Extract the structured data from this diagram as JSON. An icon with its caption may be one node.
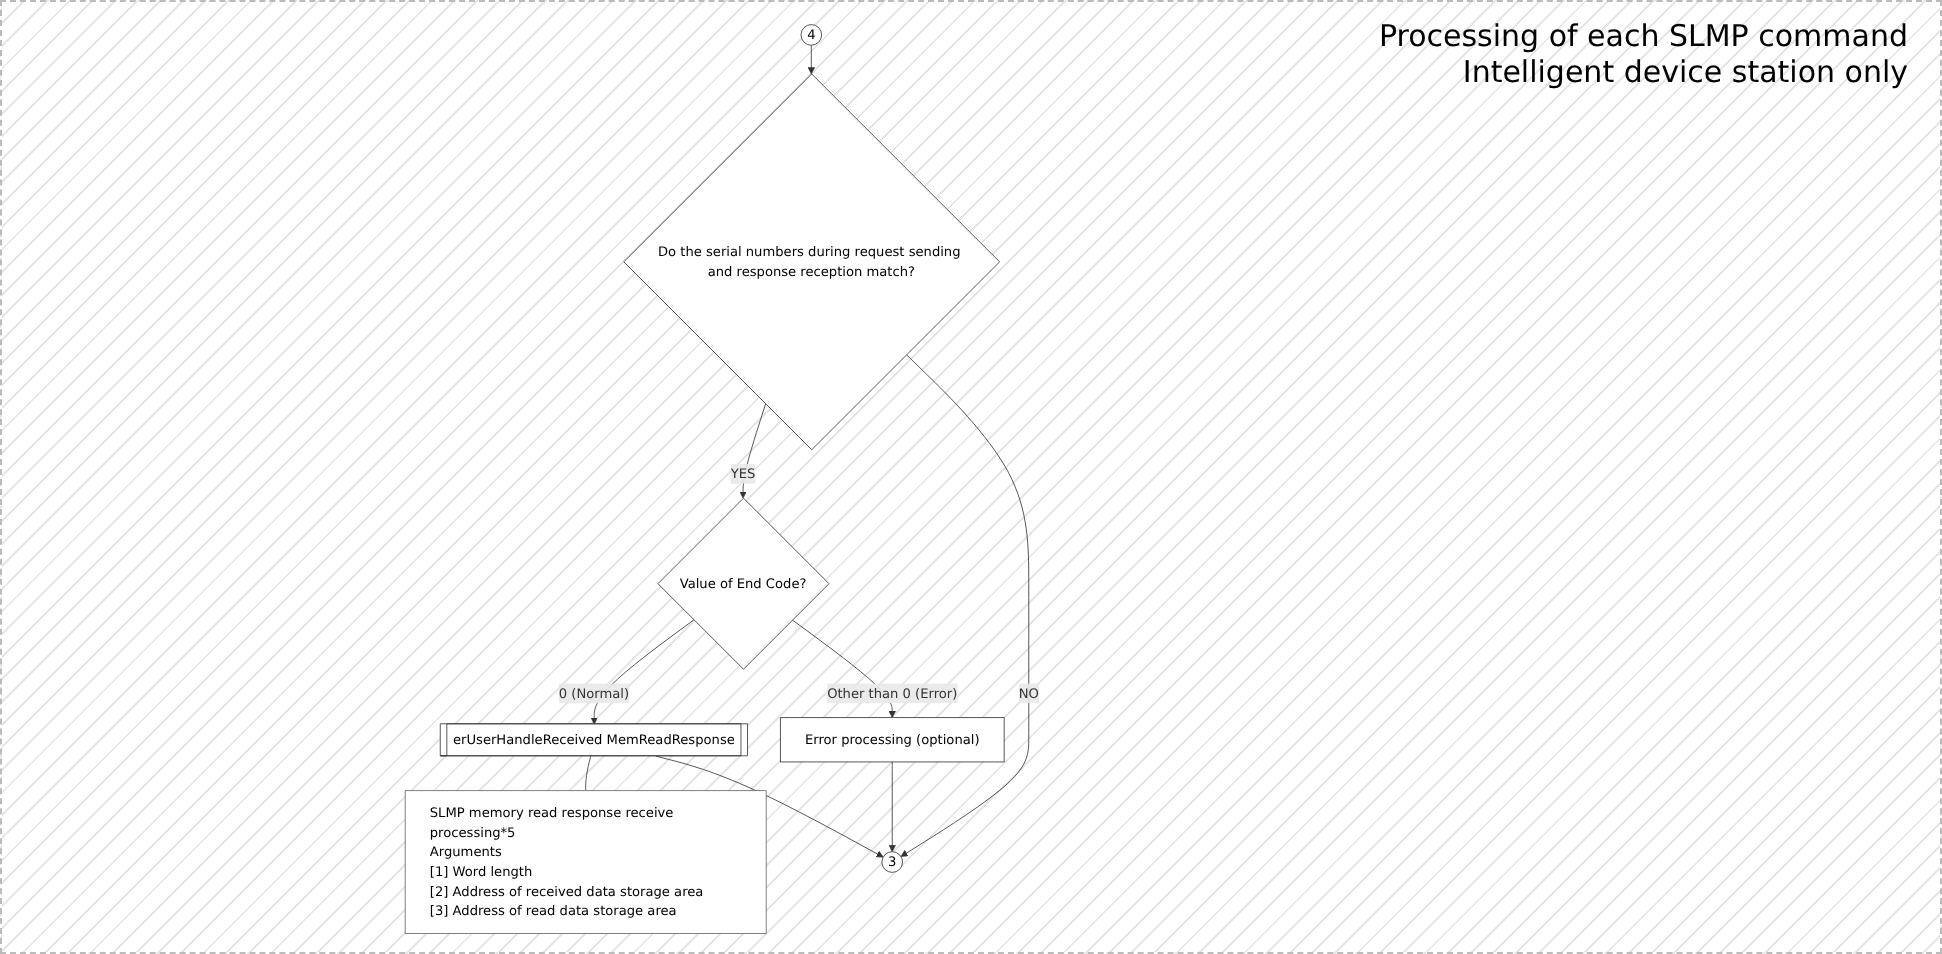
{
  "diagram": {
    "nodes": [
      {
        "text": [
          "4"
        ]
      },
      {
        "text": [
          "Do the serial numbers during request sending and response reception match?"
        ]
      },
      {
        "text": [
          "Value of End Code?"
        ]
      },
      {
        "text": [
          "erUserHandleReceived MemReadResponse"
        ]
      },
      {
        "text": [
          "SLMP memory read response receive processing*5",
          "Arguments",
          "[1] Word length",
          "[2] Address of received data storage area",
          "[3] Address of read data storage area"
        ]
      },
      {
        "text": [
          "Error processing (optional)"
        ]
      },
      {
        "text": [
          "3"
        ]
      }
    ],
    "edges": [
      {
        "from": 0,
        "to": 1,
        "arrow": "to"
      },
      {
        "from": 1,
        "to": 2,
        "arrow": "to",
        "label": "YES"
      },
      {
        "from": 1,
        "to": 6,
        "arrow": "to",
        "label": "NO"
      },
      {
        "from": 2,
        "to": 3,
        "arrow": "to",
        "label": "0 (Normal)"
      },
      {
        "from": 2,
        "to": 5,
        "arrow": "to",
        "label": "Other than 0 (Error)"
      },
      {
        "from": 4,
        "to": 3,
        "arrow": "none"
      },
      {
        "from": 3,
        "to": 6,
        "arrow": "to"
      },
      {
        "from": 5,
        "to": 6,
        "arrow": "to"
      }
    ],
    "labels": [
      "Processing of each SLMP command",
      "Intelligent device station only"
    ]
  }
}
